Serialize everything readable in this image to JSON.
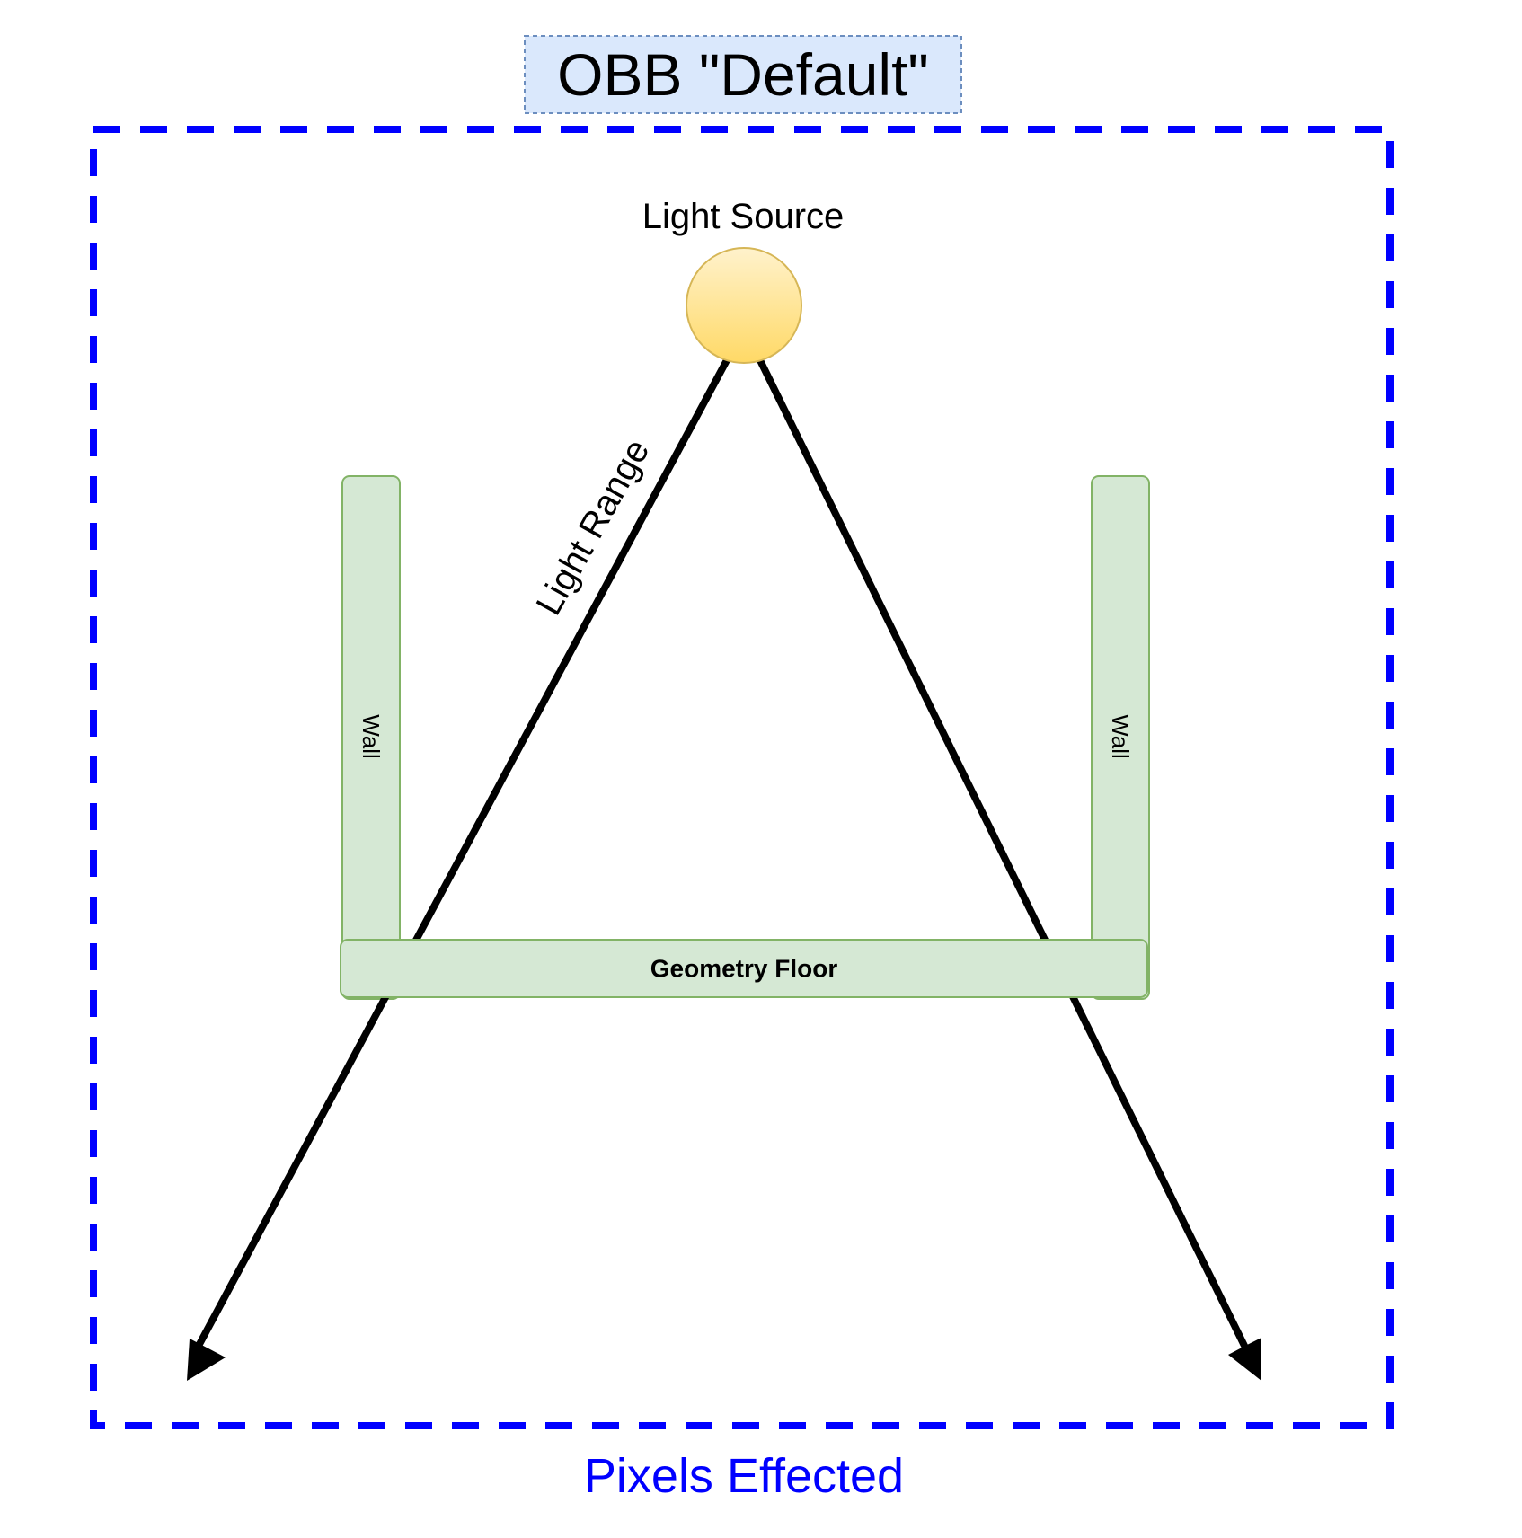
{
  "title": "OBB \"Default\"",
  "light_source": {
    "label": "Light Source",
    "icon": "sun-circle"
  },
  "light_range": {
    "label": "Light Range"
  },
  "walls": [
    {
      "label": "Wall"
    },
    {
      "label": "Wall"
    }
  ],
  "floor": {
    "label": "Geometry Floor"
  },
  "bounding_box": {
    "caption": "Pixels Effected"
  },
  "colors": {
    "bounding_box": "#0000ff",
    "title_fill": "#dae8fc",
    "title_border": "#6c8ebf",
    "geometry_fill": "#d5e8d4",
    "geometry_border": "#82b366",
    "light_fill_top": "#fff2cc",
    "light_fill_bottom": "#ffd966",
    "light_border": "#d6b656",
    "rays": "#000000"
  }
}
